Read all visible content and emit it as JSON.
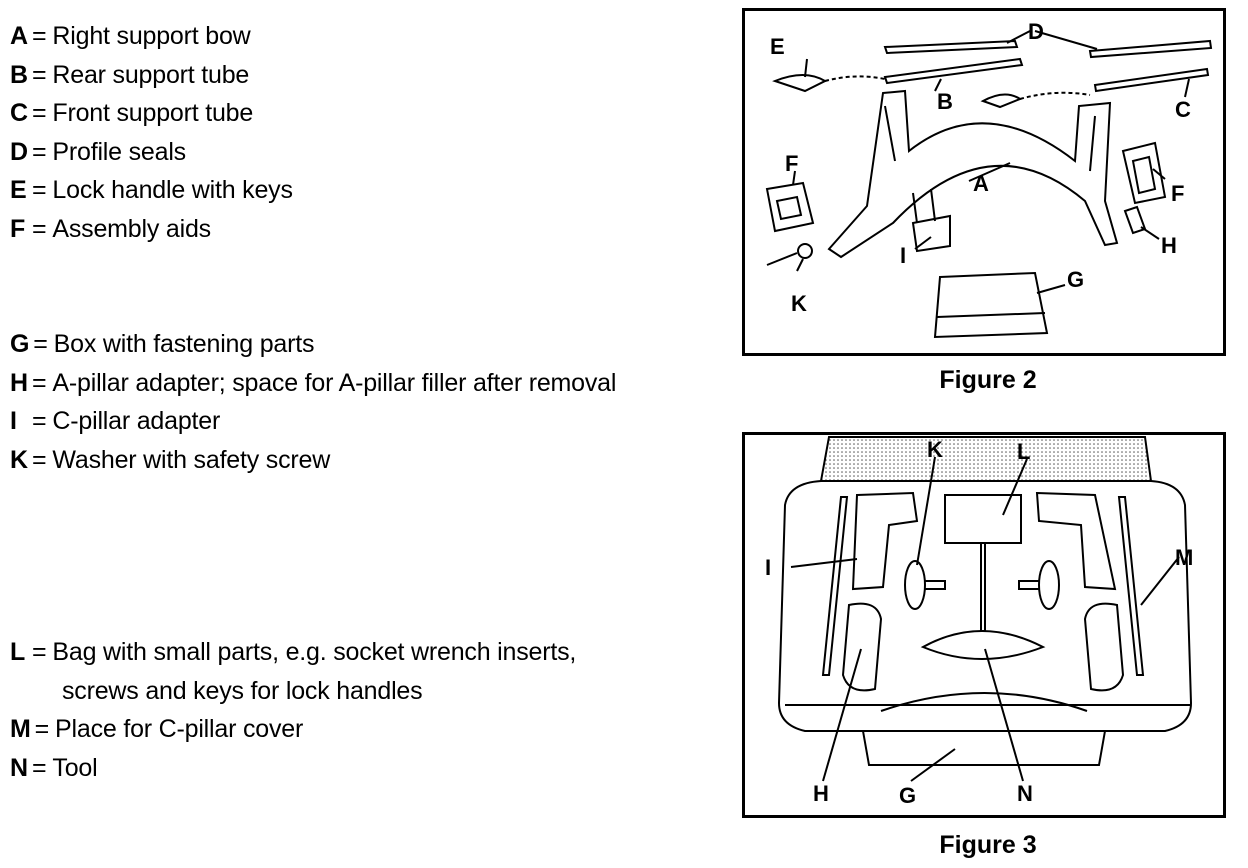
{
  "legend": {
    "group1": [
      {
        "key": "A",
        "text": "Right support bow"
      },
      {
        "key": "B",
        "text": "Rear support tube"
      },
      {
        "key": "C",
        "text": "Front support tube"
      },
      {
        "key": "D",
        "text": "Profile seals"
      },
      {
        "key": "E",
        "text": "Lock handle with keys"
      },
      {
        "key": "F",
        "text": "Assembly aids"
      }
    ],
    "group2": [
      {
        "key": "G",
        "text": "Box with fastening parts"
      },
      {
        "key": "H",
        "text": "A-pillar adapter; space for A-pillar filler after removal"
      },
      {
        "key": "I",
        "text": "C-pillar adapter"
      },
      {
        "key": "K",
        "text": "Washer with safety screw"
      }
    ],
    "group3": [
      {
        "key": "L",
        "text": "Bag with small parts, e.g. socket wrench inserts,",
        "continuation": "screws and keys for lock handles"
      },
      {
        "key": "M",
        "text": "Place for C-pillar cover"
      },
      {
        "key": "N",
        "text": "Tool"
      }
    ]
  },
  "figure2": {
    "caption": "Figure 2",
    "labels": {
      "A": "A",
      "B": "B",
      "C": "C",
      "D": "D",
      "E": "E",
      "F1": "F",
      "F2": "F",
      "G": "G",
      "H": "H",
      "I": "I",
      "K": "K"
    }
  },
  "figure3": {
    "caption": "Figure 3",
    "labels": {
      "K": "K",
      "L": "L",
      "I": "I",
      "M": "M",
      "H": "H",
      "G": "G",
      "N": "N"
    }
  }
}
